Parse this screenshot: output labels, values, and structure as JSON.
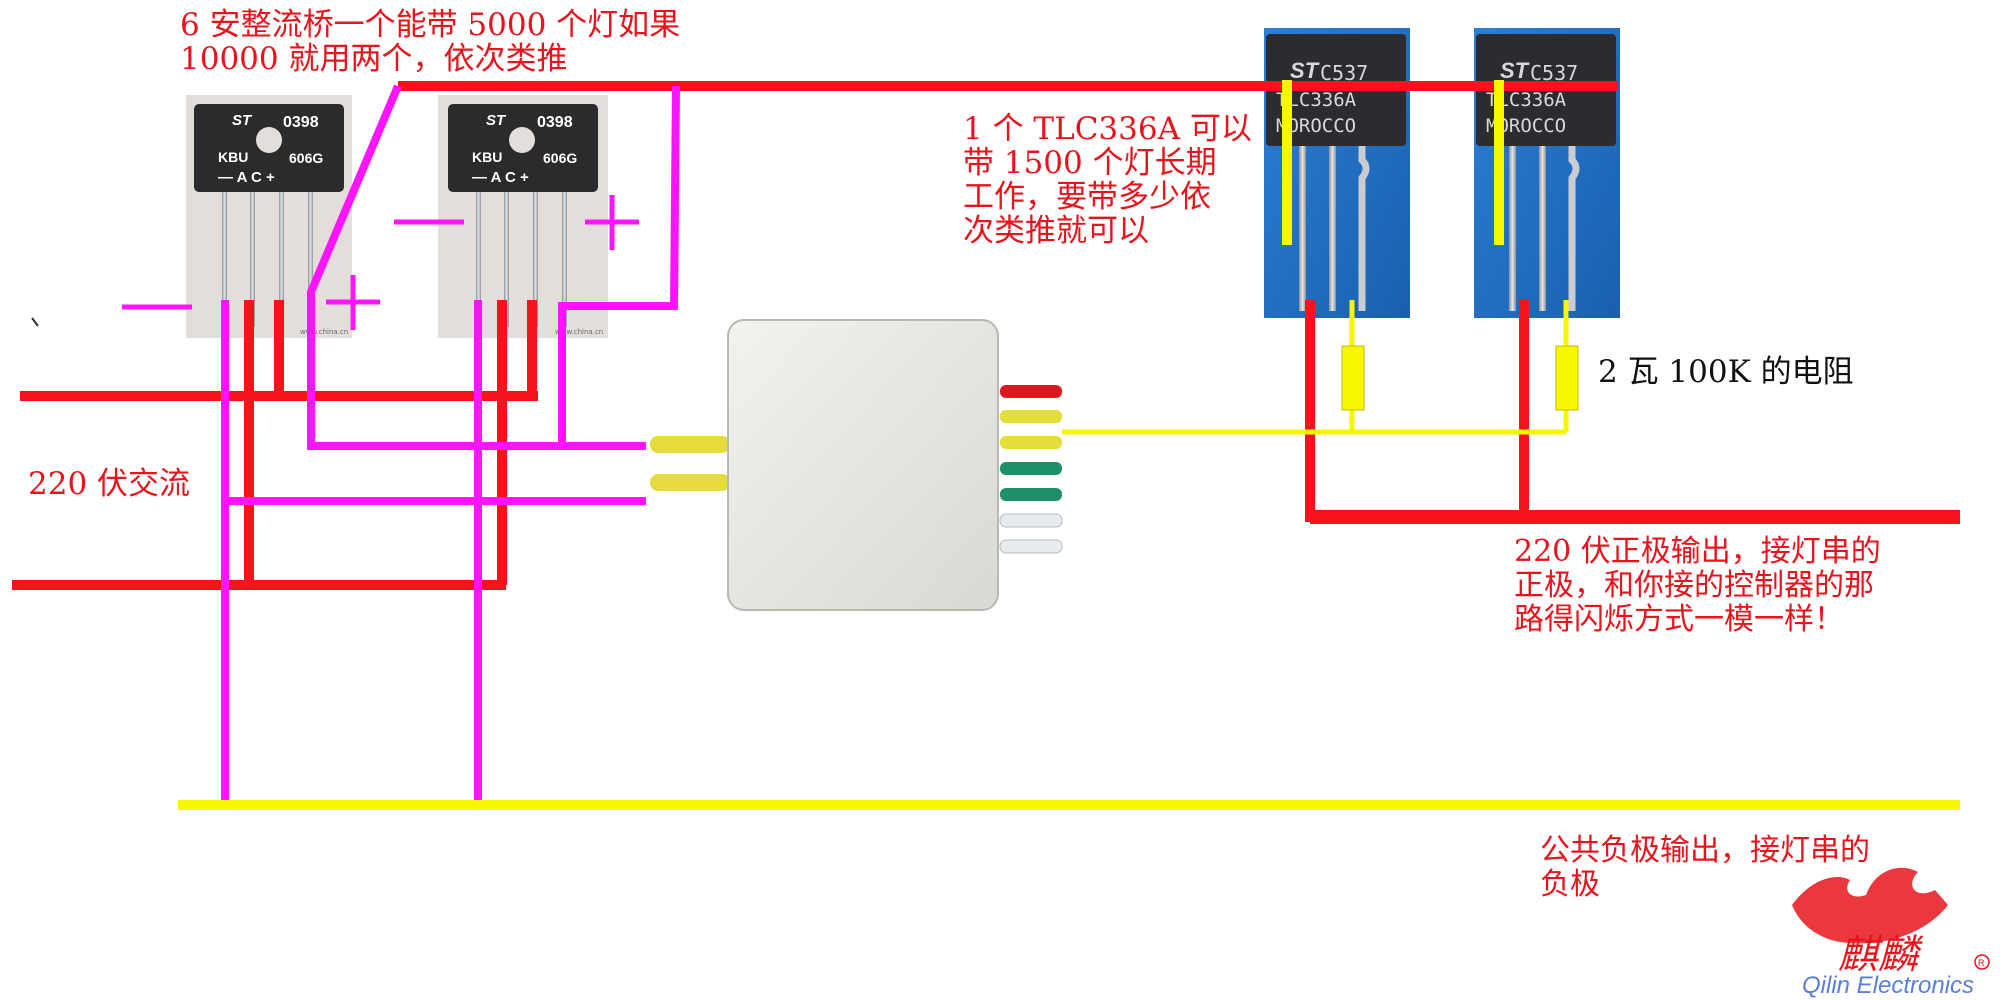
{
  "annotations": {
    "bridge_note": "6 安整流桥一个能带 5000 个灯如果\n10000 就用两个，依次类推",
    "tlc_note": "1 个 TLC336A 可以\n带 1500 个灯长期\n工作，要带多少依\n次类推就可以",
    "resistor_note": "2 瓦 100K 的电阻",
    "ac_input": "220 伏交流",
    "positive_output": "220 伏正极输出，接灯串的\n正极，和你接的控制器的那\n路得闪烁方式一模一样！",
    "negative_output": "公共负极输出，接灯串的\n负极"
  },
  "bridge": {
    "brand": "ST",
    "code": "0398",
    "model_left": "KBU",
    "model_right": "606G",
    "pins": "— A C +",
    "site": "www.china.cn"
  },
  "sign_minus": "—",
  "sign_plus": "+",
  "tlc": {
    "brand": "ST",
    "code": "C537",
    "part": "TLC336A",
    "origin": "MOROCCO"
  },
  "logo": {
    "cn": "麒麟",
    "en": "Qilin Electronics",
    "reg": "R"
  },
  "colors": {
    "red": "#f5141c",
    "magenta": "#ff14ff",
    "yellow": "#f7f700",
    "photo_blue": "#1f6fc4"
  }
}
